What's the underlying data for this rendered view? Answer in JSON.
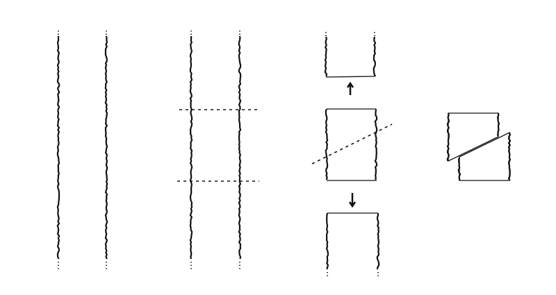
{
  "diagram": {
    "panels": [
      "intact-pair",
      "cut-lines",
      "split-segments",
      "shifted-segments"
    ],
    "stroke_color": "#111111",
    "background": "#ffffff"
  }
}
